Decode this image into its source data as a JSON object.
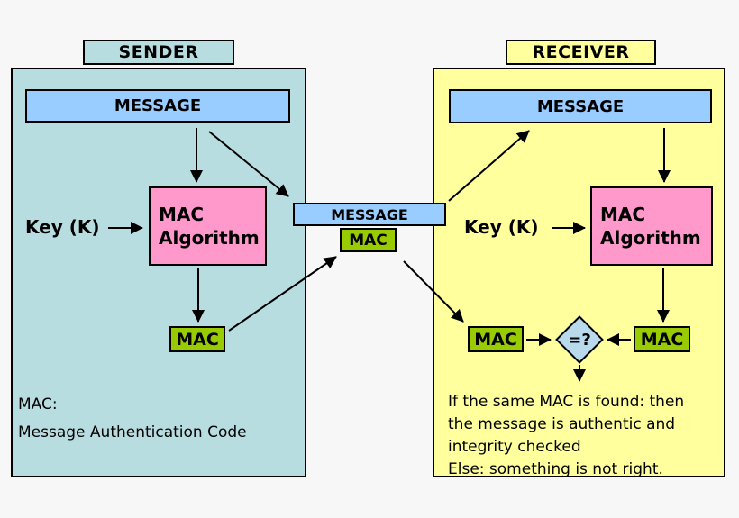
{
  "sender": {
    "title": "SENDER",
    "message_label": "MESSAGE",
    "key_label": "Key (K)",
    "algorithm_label": "MAC Algorithm",
    "mac_label": "MAC",
    "footnote": [
      "MAC:",
      "Message Authentication Code"
    ]
  },
  "channel": {
    "message_label": "MESSAGE",
    "mac_label": "MAC"
  },
  "receiver": {
    "title": "RECEIVER",
    "message_label": "MESSAGE",
    "key_label": "Key (K)",
    "algorithm_label": "MAC Algorithm",
    "mac_left_label": "MAC",
    "mac_right_label": "MAC",
    "compare_label": "=?",
    "footnote": [
      "If the same MAC is found: then",
      "the message is authentic and",
      "integrity checked",
      "Else: something is not right."
    ]
  },
  "colors": {
    "sender_panel": "#b8dde1",
    "receiver_panel": "#ffff9e",
    "message_box": "#99ccff",
    "algorithm_box": "#ff99cc",
    "mac_box": "#99cc00",
    "compare_diamond": "#b9d9ec"
  }
}
